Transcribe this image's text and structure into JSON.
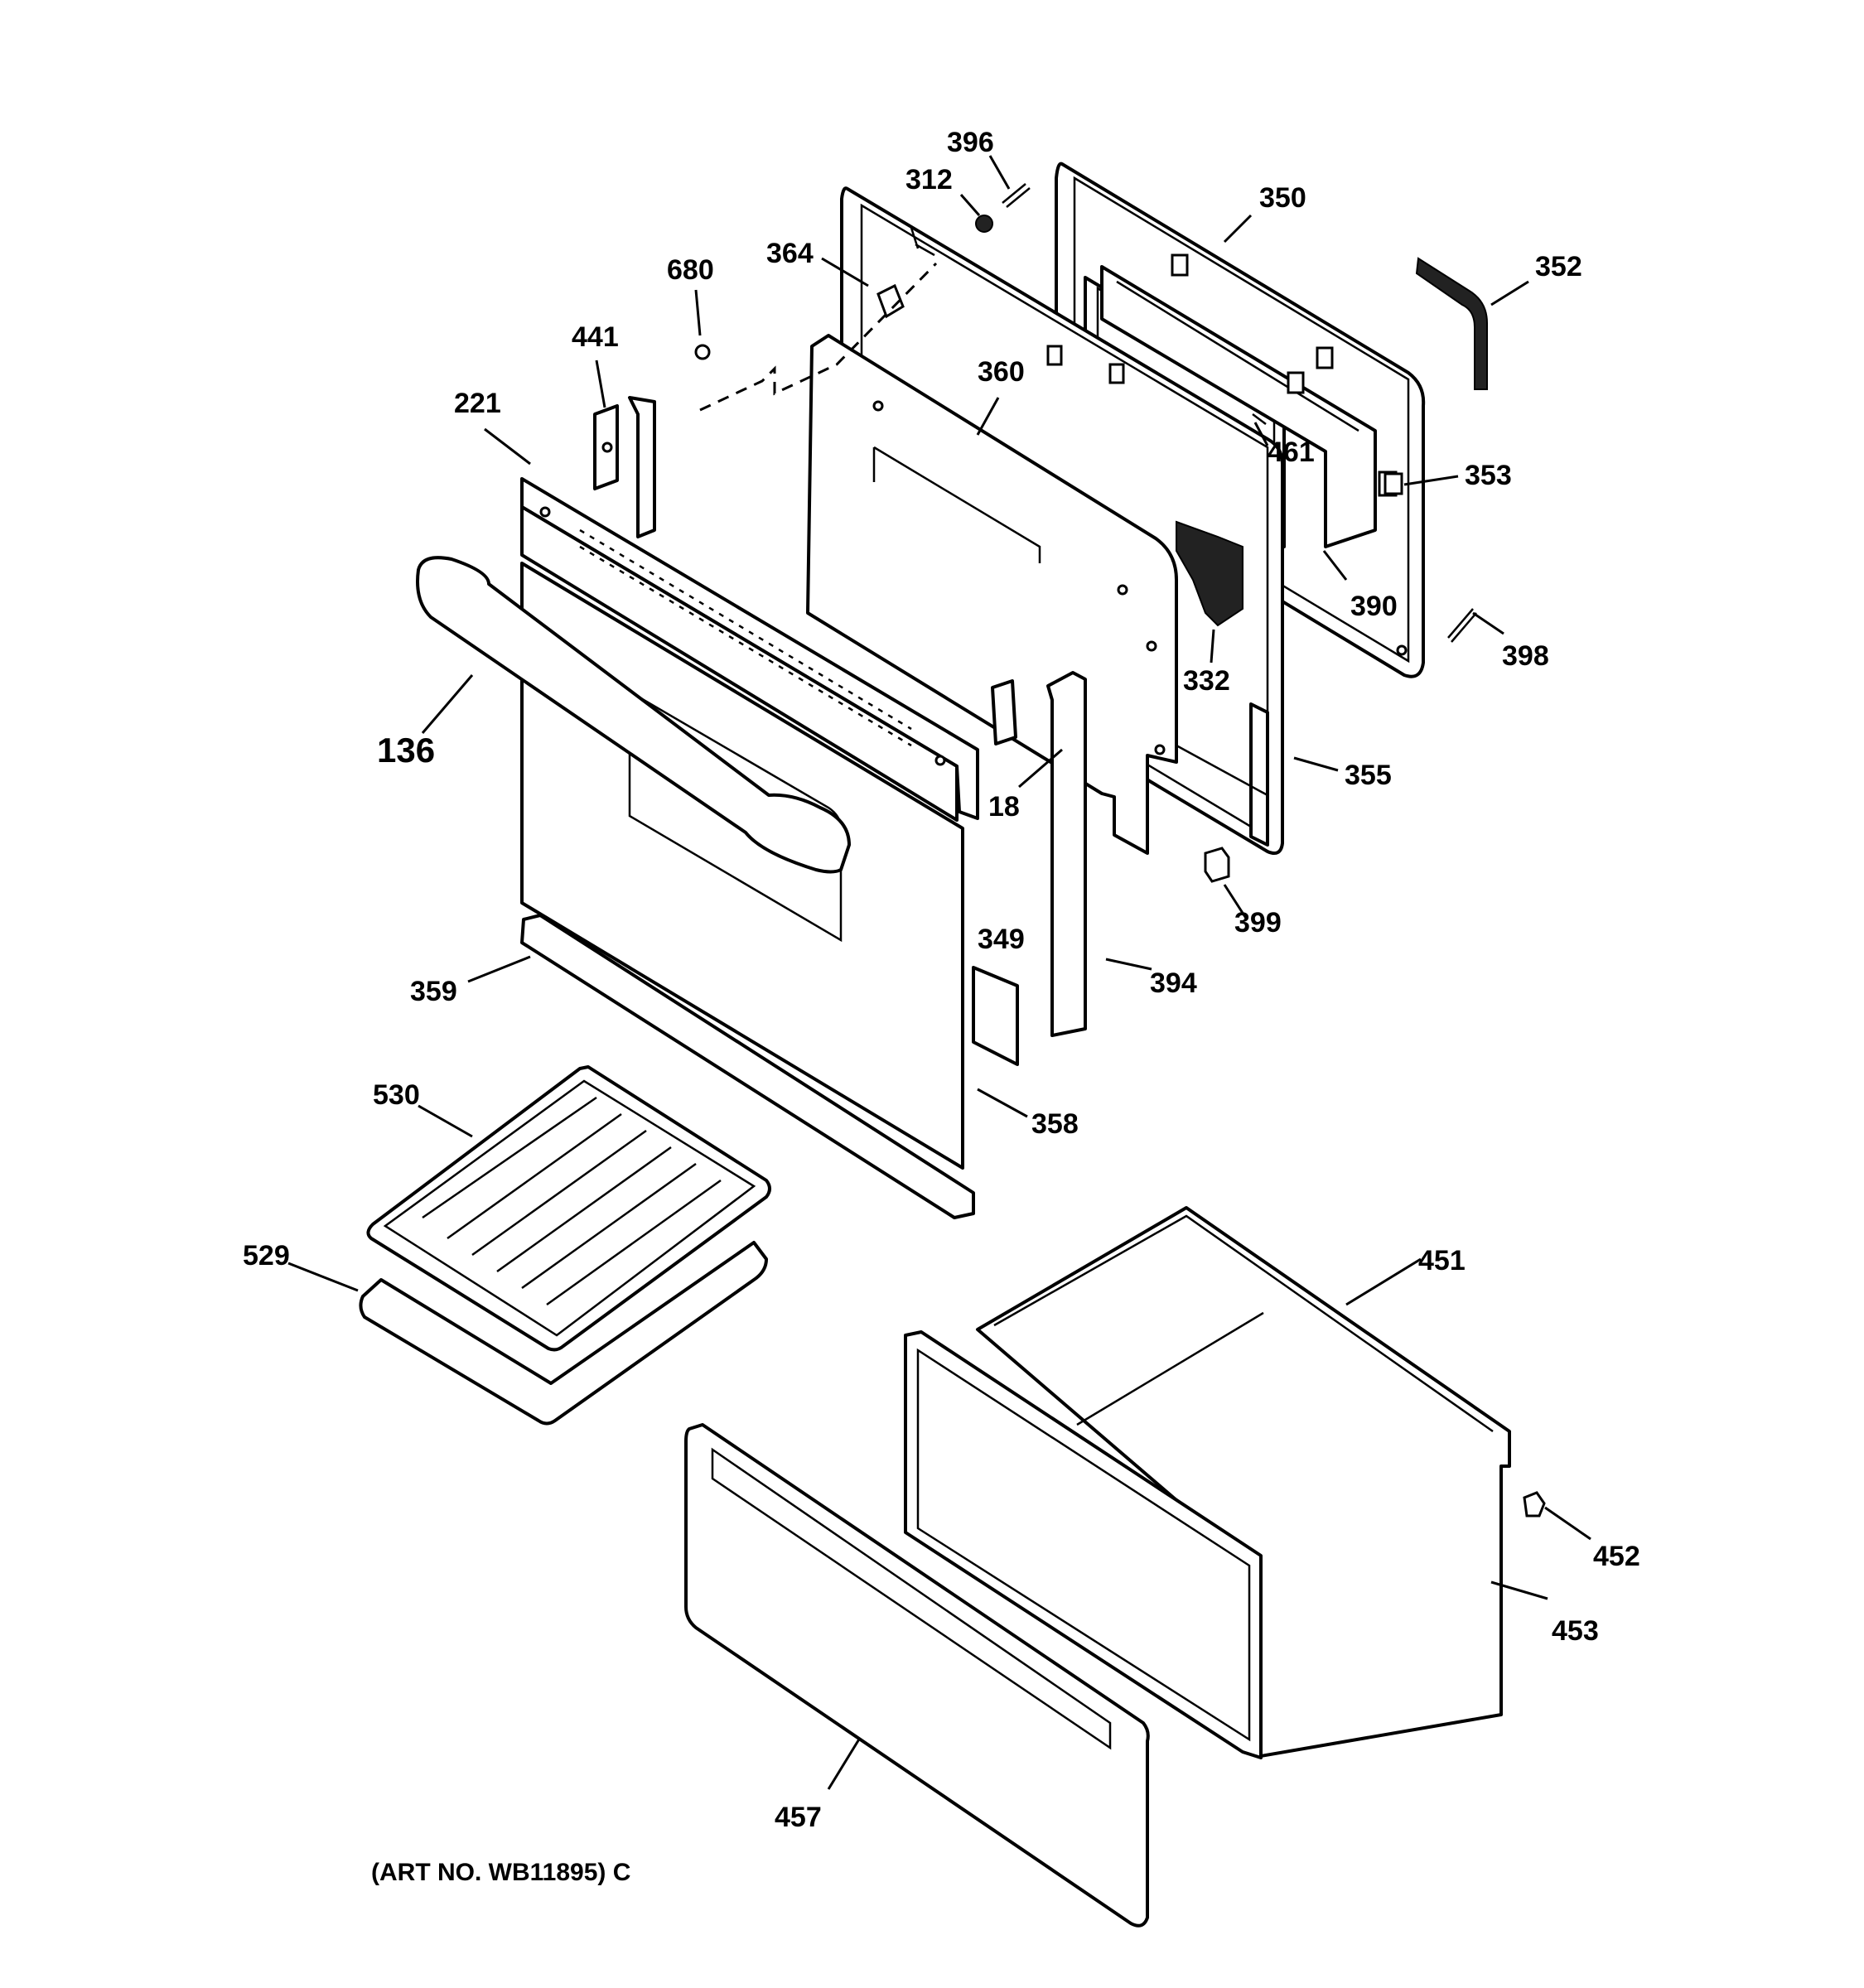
{
  "diagram": {
    "labels": {
      "p396": "396",
      "p312": "312",
      "p350": "350",
      "p352": "352",
      "p364": "364",
      "p680": "680",
      "p441": "441",
      "p360": "360",
      "p221": "221",
      "p461": "461",
      "p353": "353",
      "p390": "390",
      "p398": "398",
      "p332": "332",
      "p136": "136",
      "p18": "18",
      "p355": "355",
      "p399": "399",
      "p349": "349",
      "p394": "394",
      "p359": "359",
      "p358": "358",
      "p530": "530",
      "p529": "529",
      "p451": "451",
      "p452": "452",
      "p453": "453",
      "p457": "457"
    },
    "footer": "(ART NO. WB11895) C"
  }
}
